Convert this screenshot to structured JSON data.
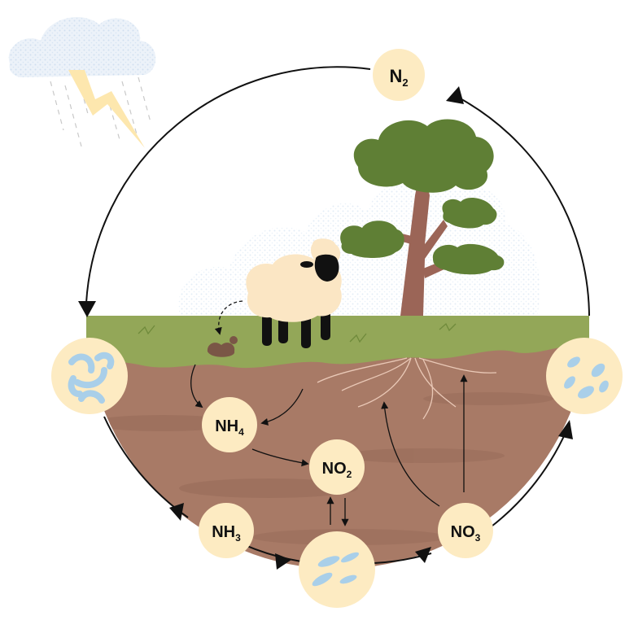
{
  "nodes": {
    "n2": {
      "label": "N",
      "sub": "2"
    },
    "nh4": {
      "label": "NH",
      "sub": "4"
    },
    "no2": {
      "label": "NO",
      "sub": "2"
    },
    "nh3": {
      "label": "NH",
      "sub": "3"
    },
    "no3": {
      "label": "NO",
      "sub": "3"
    }
  },
  "icons": {
    "cloud": "storm-cloud-icon",
    "lightning": "lightning-bolt-icon",
    "sheep": "sheep-icon",
    "tree": "tree-icon",
    "bacteria": "bacteria-icon"
  },
  "colors": {
    "node_fill": "#fdebc2",
    "soil": "#a87a66",
    "grass": "#93a758",
    "foliage": "#5f7f35",
    "trunk": "#9b6557",
    "cloud": "#d9e6f3",
    "bacteria": "#a9cfe9",
    "lightning": "#fde7ae"
  }
}
